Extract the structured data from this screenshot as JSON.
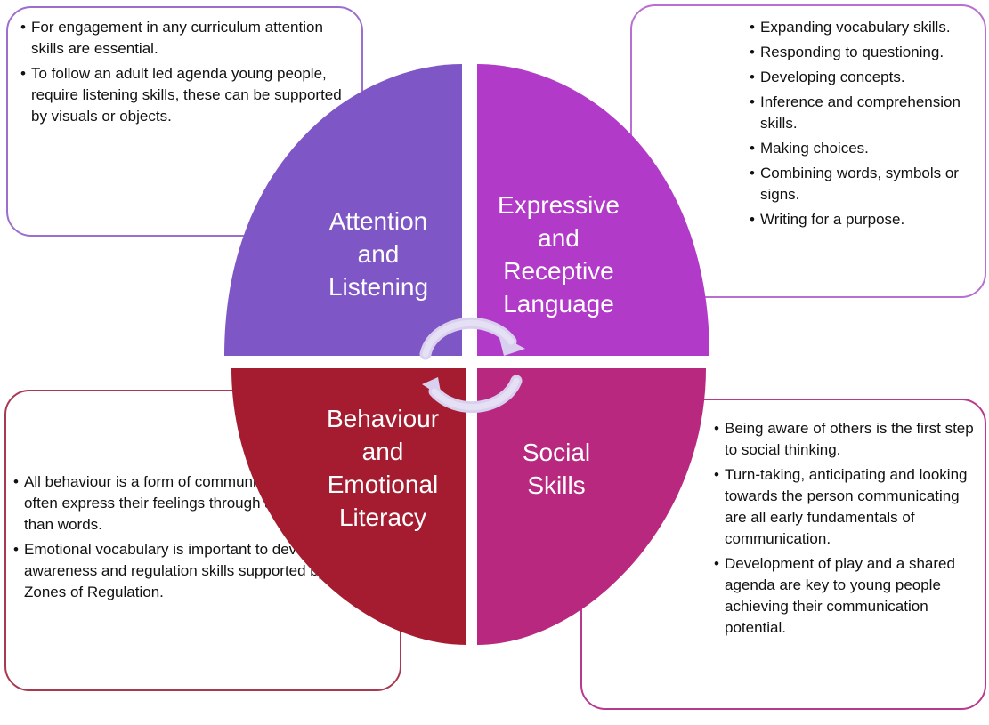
{
  "quadrants": {
    "top_left": {
      "title": "Attention\nand\nListening",
      "color": "#7e56c5",
      "bullets": [
        "For engagement in any curriculum attention skills are essential.",
        "To follow an adult led agenda young people, require listening skills, these can be supported by visuals or objects."
      ]
    },
    "top_right": {
      "title": "Expressive\nand\nReceptive\nLanguage",
      "color": "#b13ac8",
      "bullets": [
        "Expanding vocabulary skills.",
        "Responding to questioning.",
        "Developing concepts.",
        "Inference and comprehension skills.",
        "Making choices.",
        "Combining words, symbols or signs.",
        "Writing for a purpose."
      ]
    },
    "bottom_left": {
      "title": "Behaviour\nand\nEmotional\nLiteracy",
      "color": "#a51c30",
      "bullets": [
        "All behaviour is a form of communication.  Children can often express their feelings through actions easier than words.",
        "Emotional vocabulary is important to developing self awareness and regulation skills supported by our Zones of Regulation."
      ]
    },
    "bottom_right": {
      "title": "Social\nSkills",
      "color": "#b8287f",
      "bullets": [
        "Being aware of others is the first step to social thinking.",
        "Turn-taking, anticipating and looking towards the person communicating are all early fundamentals of communication.",
        "Development of play and a shared agenda are key to young people achieving their communication potential."
      ]
    }
  },
  "cycle_arrow_color": "#d9d0ef"
}
